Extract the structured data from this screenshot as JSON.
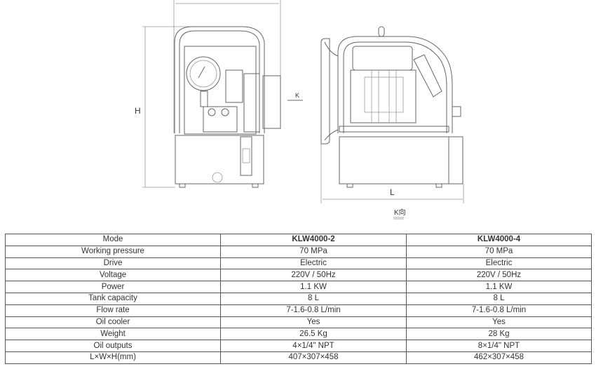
{
  "drawing": {
    "label_height": "H",
    "label_length": "L",
    "label_view_arrow": "K",
    "label_view_caption": "K向"
  },
  "spec_table": {
    "header": [
      "Mode",
      "KLW4000-2",
      "KLW4000-4"
    ],
    "rows": [
      [
        "Working pressure",
        "70 MPa",
        "70 MPa"
      ],
      [
        "Drive",
        "Electric",
        "Electric"
      ],
      [
        "Voltage",
        "220V / 50Hz",
        "220V / 50Hz"
      ],
      [
        "Power",
        "1.1 KW",
        "1.1 KW"
      ],
      [
        "Tank capacity",
        "8 L",
        "8 L"
      ],
      [
        "Flow rate",
        "7-1.6-0.8 L/min",
        "7-1.6-0.8 L/min"
      ],
      [
        "Oil cooler",
        "Yes",
        "Yes"
      ],
      [
        "Weight",
        "26.5 Kg",
        "28 Kg"
      ],
      [
        "Oil outputs",
        "4×1/4\" NPT",
        "8×1/4\" NPT"
      ],
      [
        "L×W×H(mm)",
        "407×307×458",
        "462×307×458"
      ]
    ]
  }
}
